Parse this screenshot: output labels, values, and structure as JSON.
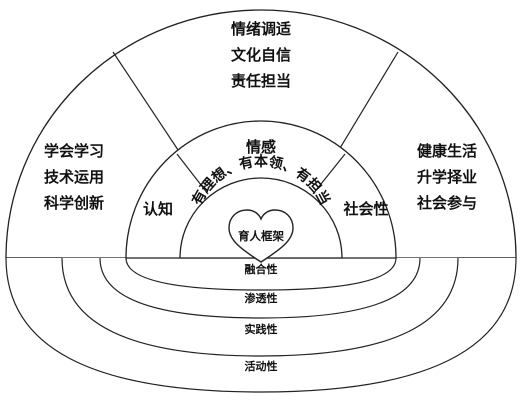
{
  "outer_top": [
    "情绪调适",
    "文化自信",
    "责任担当"
  ],
  "outer_left": [
    "学会学习",
    "技术运用",
    "科学创新"
  ],
  "outer_right": [
    "健康生活",
    "升学择业",
    "社会参与"
  ],
  "middle": {
    "top": "情感",
    "left": "认知",
    "right": "社会性"
  },
  "inner_arc": "有理想、有本领、有担当",
  "heart": "育人框架",
  "rings": [
    "融合性",
    "渗透性",
    "实践性",
    "活动性"
  ],
  "colors": {
    "line": "#222222",
    "fill": "#ffffff"
  }
}
